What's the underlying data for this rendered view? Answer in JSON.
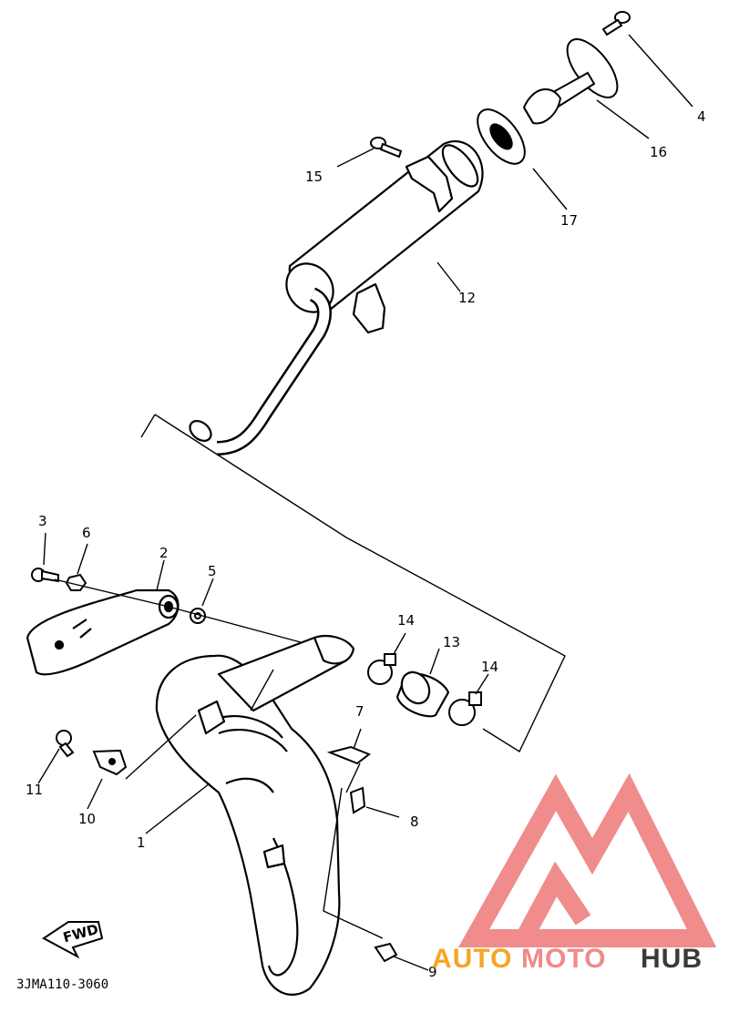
{
  "parts": {
    "p1": "1",
    "p2": "2",
    "p3": "3",
    "p4": "4",
    "p5": "5",
    "p6": "6",
    "p7": "7",
    "p8": "8",
    "p9": "9",
    "p10": "10",
    "p11": "11",
    "p12": "12",
    "p13": "13",
    "p14a": "14",
    "p14b": "14",
    "p15": "15",
    "p16": "16",
    "p17": "17"
  },
  "fwd_label": "FWD",
  "diagram_code": "3JMA110-3060",
  "watermark": {
    "part1": "AUTO",
    "part2": "MOTO",
    "part3": "HUB",
    "colors": {
      "auto": "#f5a623",
      "moto": "#f08a8a",
      "hub": "#3a3a3a",
      "logo": "#f08080"
    }
  }
}
